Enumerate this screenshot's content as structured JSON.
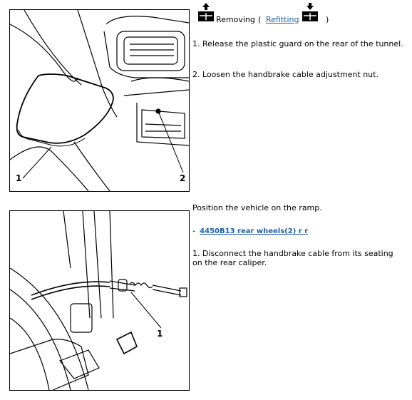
{
  "header": {
    "removing_label": "Removing",
    "paren_open": "(",
    "refitting_link": "Refitting",
    "paren_close": ")",
    "removing_icon": "removing-arrow-up-icon",
    "refitting_icon": "refitting-arrow-down-icon"
  },
  "section1": {
    "steps": [
      "1. Release the plastic guard on the rear of the tunnel.",
      "2. Loosen the handbrake cable adjustment nut."
    ],
    "figure": {
      "callout_1": "1",
      "callout_2": "2"
    }
  },
  "section2": {
    "intro": "Position the vehicle on the ramp.",
    "link_dash": "-",
    "link_text": "4450B13 rear wheels(2) r r",
    "steps": [
      "1. Disconnect the handbrake cable from its seating on the rear caliper."
    ],
    "figure": {
      "callout_1": "1"
    }
  },
  "colors": {
    "link": "#1f5fa8",
    "line_art": "#000000",
    "background": "#ffffff"
  }
}
